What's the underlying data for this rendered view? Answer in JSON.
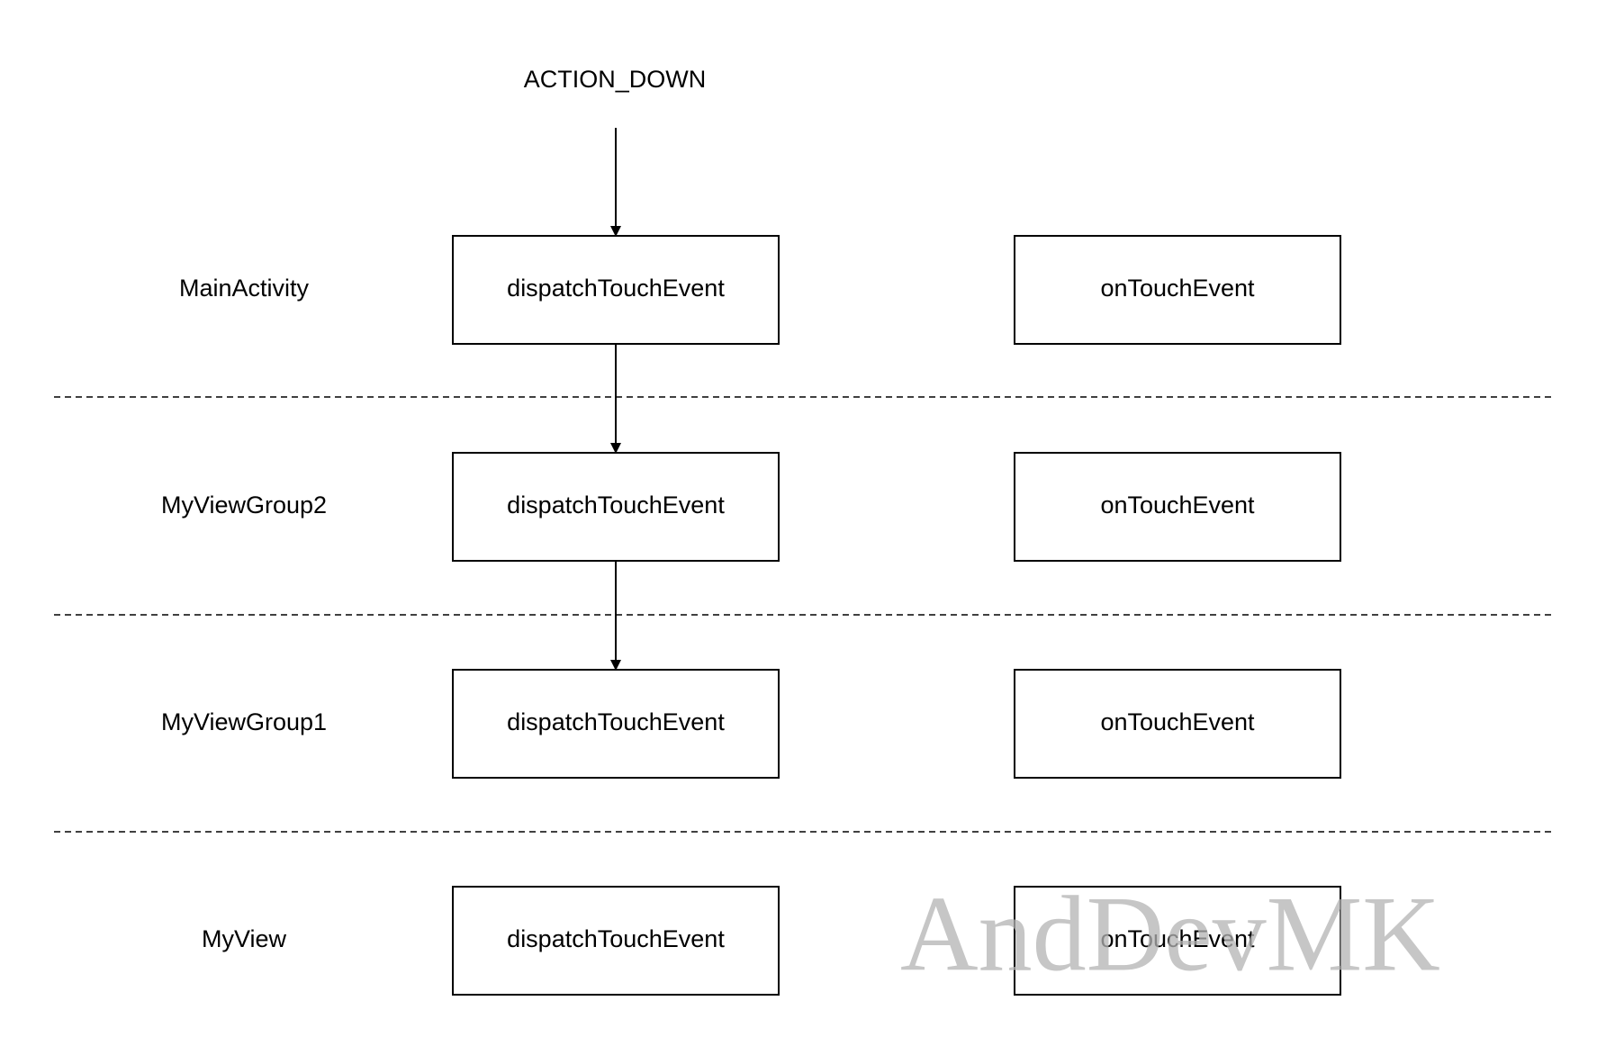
{
  "event_label": "ACTION_DOWN",
  "layers": [
    {
      "name": "MainActivity",
      "dispatch": "dispatchTouchEvent",
      "touch": "onTouchEvent"
    },
    {
      "name": "MyViewGroup2",
      "dispatch": "dispatchTouchEvent",
      "touch": "onTouchEvent"
    },
    {
      "name": "MyViewGroup1",
      "dispatch": "dispatchTouchEvent",
      "touch": "onTouchEvent"
    },
    {
      "name": "MyView",
      "dispatch": "dispatchTouchEvent",
      "touch": "onTouchEvent"
    }
  ],
  "watermark": "AndDevMK",
  "colors": {
    "stroke": "#000000",
    "background": "#ffffff",
    "watermark": "#b3b3b3"
  }
}
